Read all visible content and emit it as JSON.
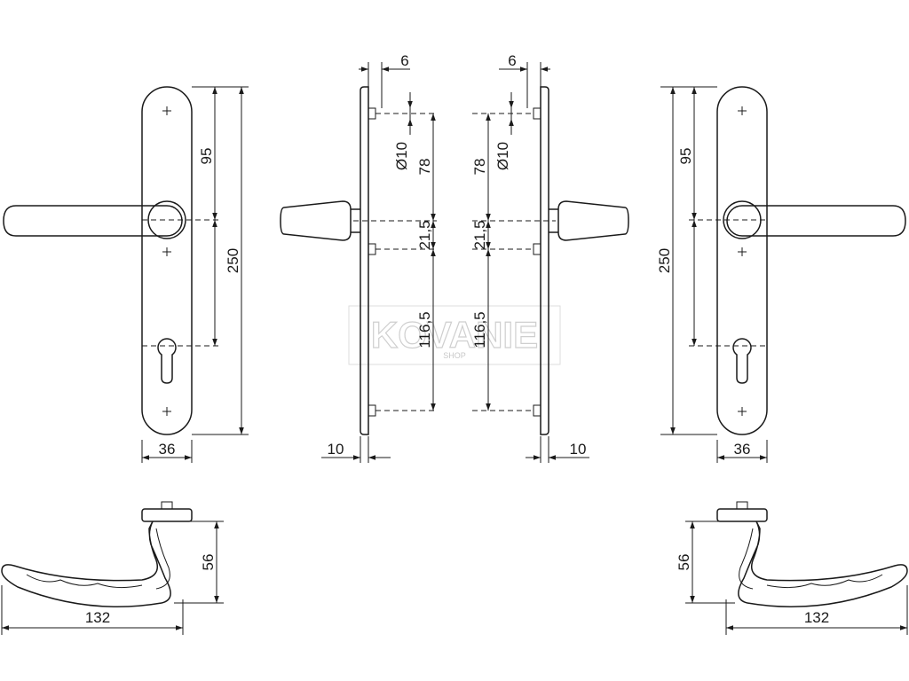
{
  "watermark": {
    "brand": "KOVANIE",
    "sub": "SHOP"
  },
  "colors": {
    "line": "#1a1a1a",
    "watermark": "#cfcfcf",
    "background": "#ffffff"
  },
  "front_left": {
    "height": "250",
    "to_handle": "95",
    "width": "36"
  },
  "front_right": {
    "height": "250",
    "to_handle": "95",
    "width": "36"
  },
  "side_left": {
    "pin": "6",
    "pin_diameter": "Ø10",
    "top_to_handle": "78",
    "handle_to_mid": "21,5",
    "mid_to_bottom": "116,5",
    "plate": "10"
  },
  "side_right": {
    "pin": "6",
    "pin_diameter": "Ø10",
    "top_to_handle": "78",
    "handle_to_mid": "21,5",
    "mid_to_bottom": "116,5",
    "plate": "10"
  },
  "top_left": {
    "length": "132",
    "height": "56"
  },
  "top_right": {
    "length": "132",
    "height": "56"
  }
}
